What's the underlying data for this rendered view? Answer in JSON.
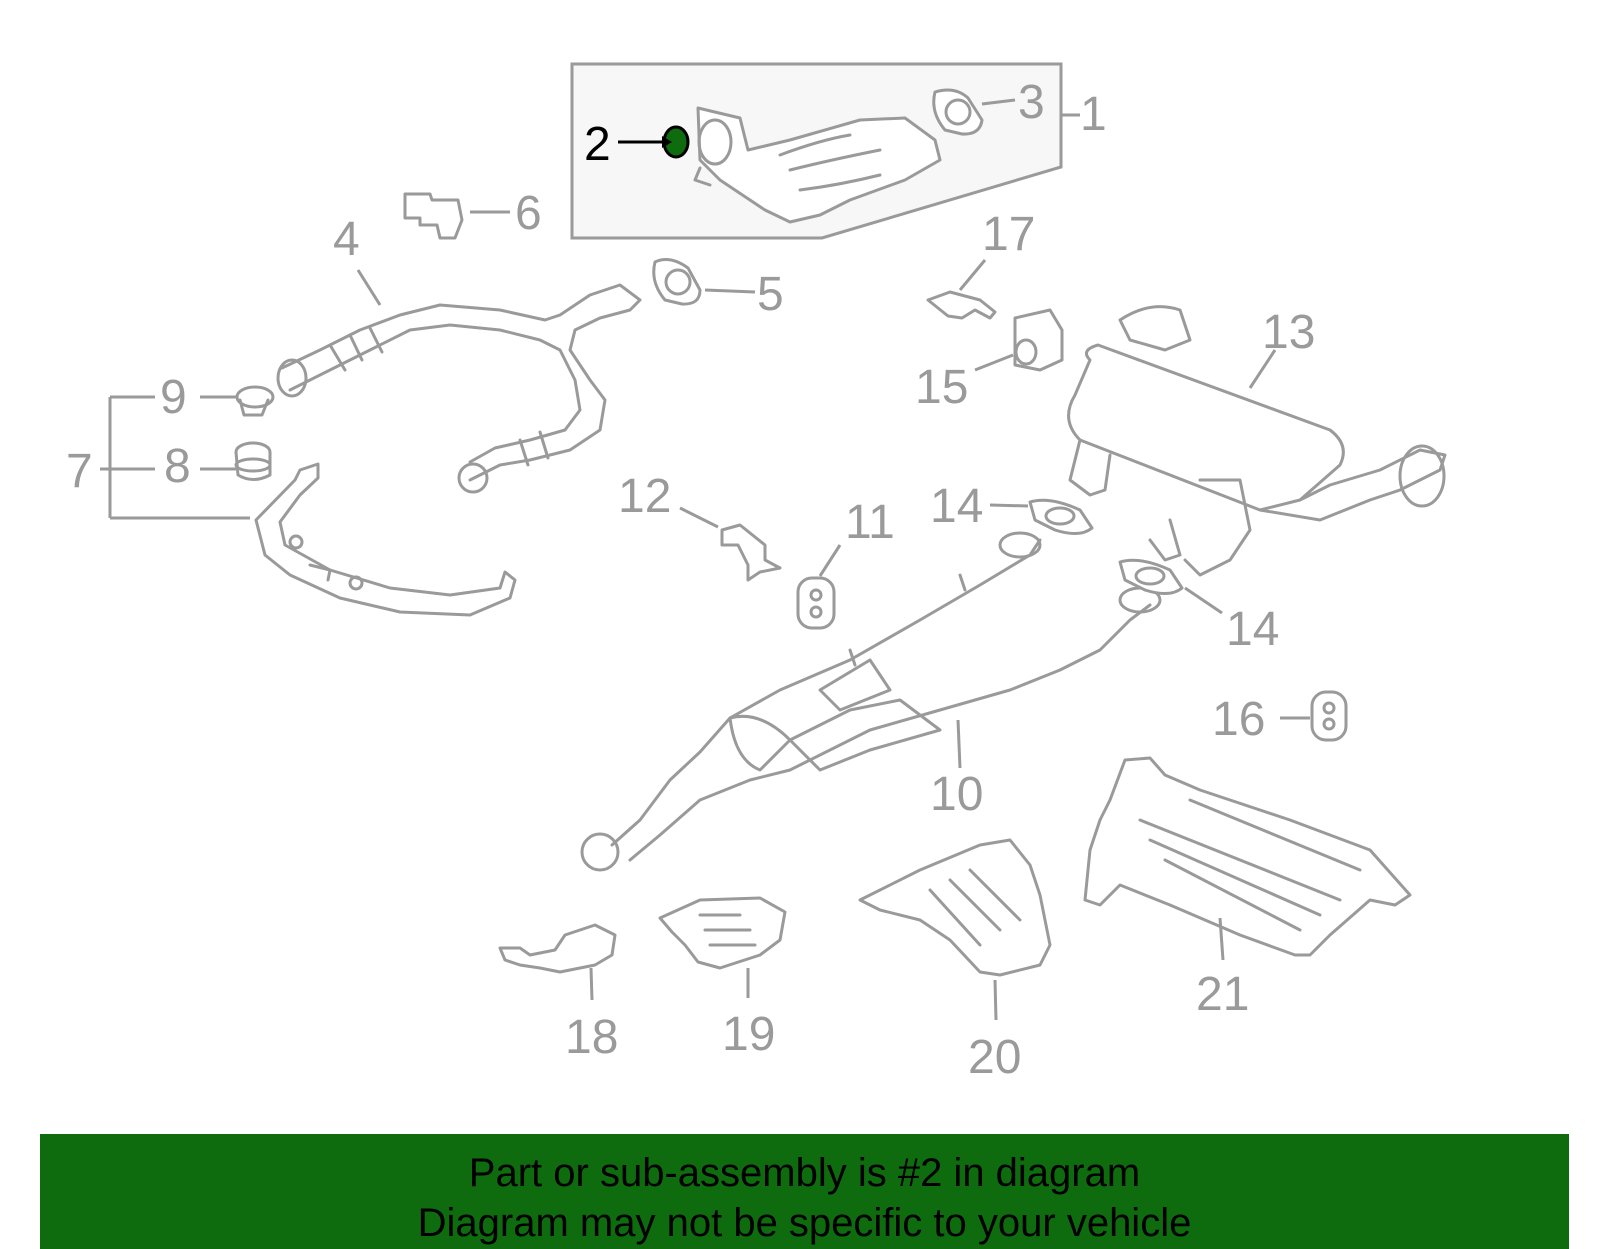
{
  "diagram": {
    "highlight_color": "#0e6b0e",
    "muted_color": "#9a9a9a",
    "labels": {
      "p1": "1",
      "p2": "2",
      "p3": "3",
      "p4": "4",
      "p5": "5",
      "p6": "6",
      "p7": "7",
      "p8": "8",
      "p9": "9",
      "p10": "10",
      "p11": "11",
      "p12": "12",
      "p13": "13",
      "p14a": "14",
      "p14b": "14",
      "p15": "15",
      "p16": "16",
      "p17": "17",
      "p18": "18",
      "p19": "19",
      "p20": "20",
      "p21": "21"
    },
    "highlighted_part": "2"
  },
  "banner": {
    "color": "#0e6b0e",
    "line1": "Part or sub-assembly is #2 in diagram",
    "line2": "Diagram may not be specific to your vehicle"
  }
}
